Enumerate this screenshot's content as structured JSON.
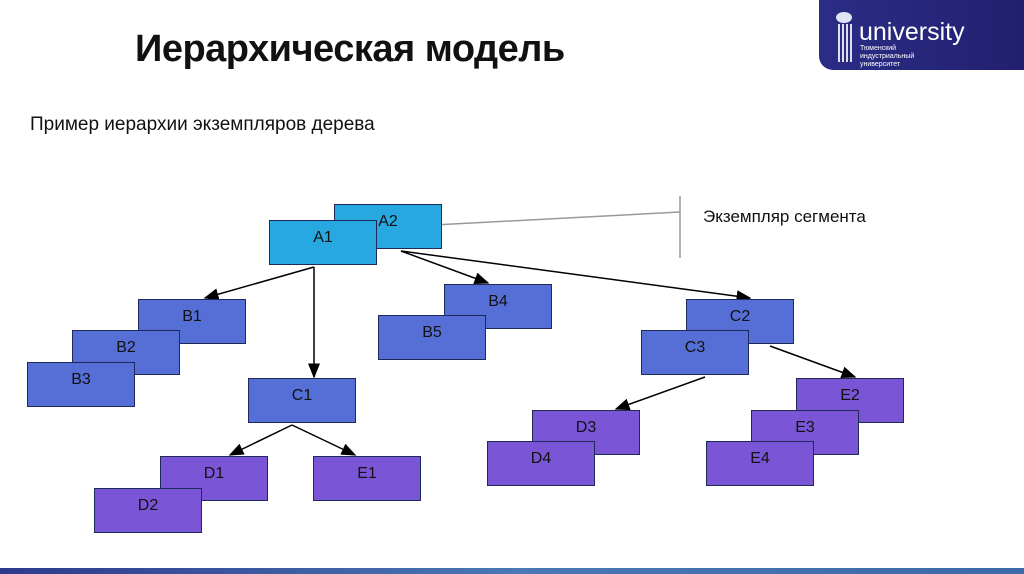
{
  "title": "Иерархическая модель",
  "subtitle": "Пример иерархии экземпляров дерева",
  "callout": "Экземпляр сегмента",
  "logo": {
    "word": "university",
    "sub": [
      "Тюменский",
      "индустриальный",
      "университет"
    ]
  },
  "nodes": {
    "A2": "A2",
    "A1": "A1",
    "B1": "B1",
    "B2": "B2",
    "B3": "B3",
    "B4": "B4",
    "B5": "B5",
    "C2": "C2",
    "C3": "C3",
    "C1": "C1",
    "D3": "D3",
    "D4": "D4",
    "E2": "E2",
    "E3": "E3",
    "E4": "E4",
    "D1": "D1",
    "D2": "D2",
    "E1": "E1"
  },
  "colors": {
    "root": "#27a8e0",
    "level2": "#566fd6",
    "level3": "#7a56d6"
  }
}
